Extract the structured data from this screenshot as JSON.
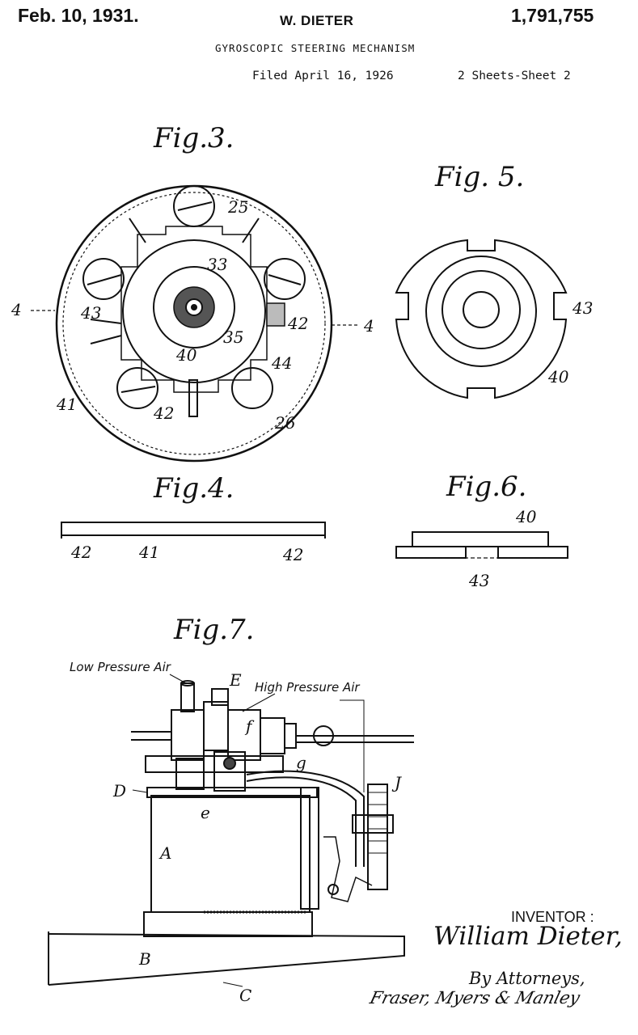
{
  "header": {
    "date": "Feb. 10, 1931.",
    "inventor_name": "W. DIETER",
    "patent_number": "1,791,755",
    "title": "GYROSCOPIC STEERING MECHANISM",
    "filed": "Filed April 16, 1926",
    "sheets": "2 Sheets-Sheet 2"
  },
  "figures": {
    "fig3": {
      "title": "Fig.3.",
      "labels": [
        "25",
        "33",
        "35",
        "40",
        "41",
        "42",
        "42",
        "43",
        "44",
        "26"
      ],
      "section_marks": [
        "4",
        "4"
      ]
    },
    "fig4": {
      "title": "Fig.4.",
      "labels": [
        "42",
        "41",
        "42"
      ]
    },
    "fig5": {
      "title": "Fig. 5.",
      "labels": [
        "43",
        "40"
      ]
    },
    "fig6": {
      "title": "Fig.6.",
      "labels": [
        "40",
        "43"
      ]
    },
    "fig7": {
      "title": "Fig.7.",
      "low_pressure_air": "Low Pressure Air",
      "high_pressure_air": "High Pressure Air",
      "letters": [
        "E",
        "f",
        "g",
        "J",
        "D",
        "e",
        "A",
        "B",
        "C"
      ]
    }
  },
  "footer": {
    "inventor_label": "INVENTOR :",
    "inventor_signature": "William Dieter,",
    "by_attorneys": "By Attorneys,",
    "attorneys_signature": "Fraser, Myers & Manley"
  }
}
